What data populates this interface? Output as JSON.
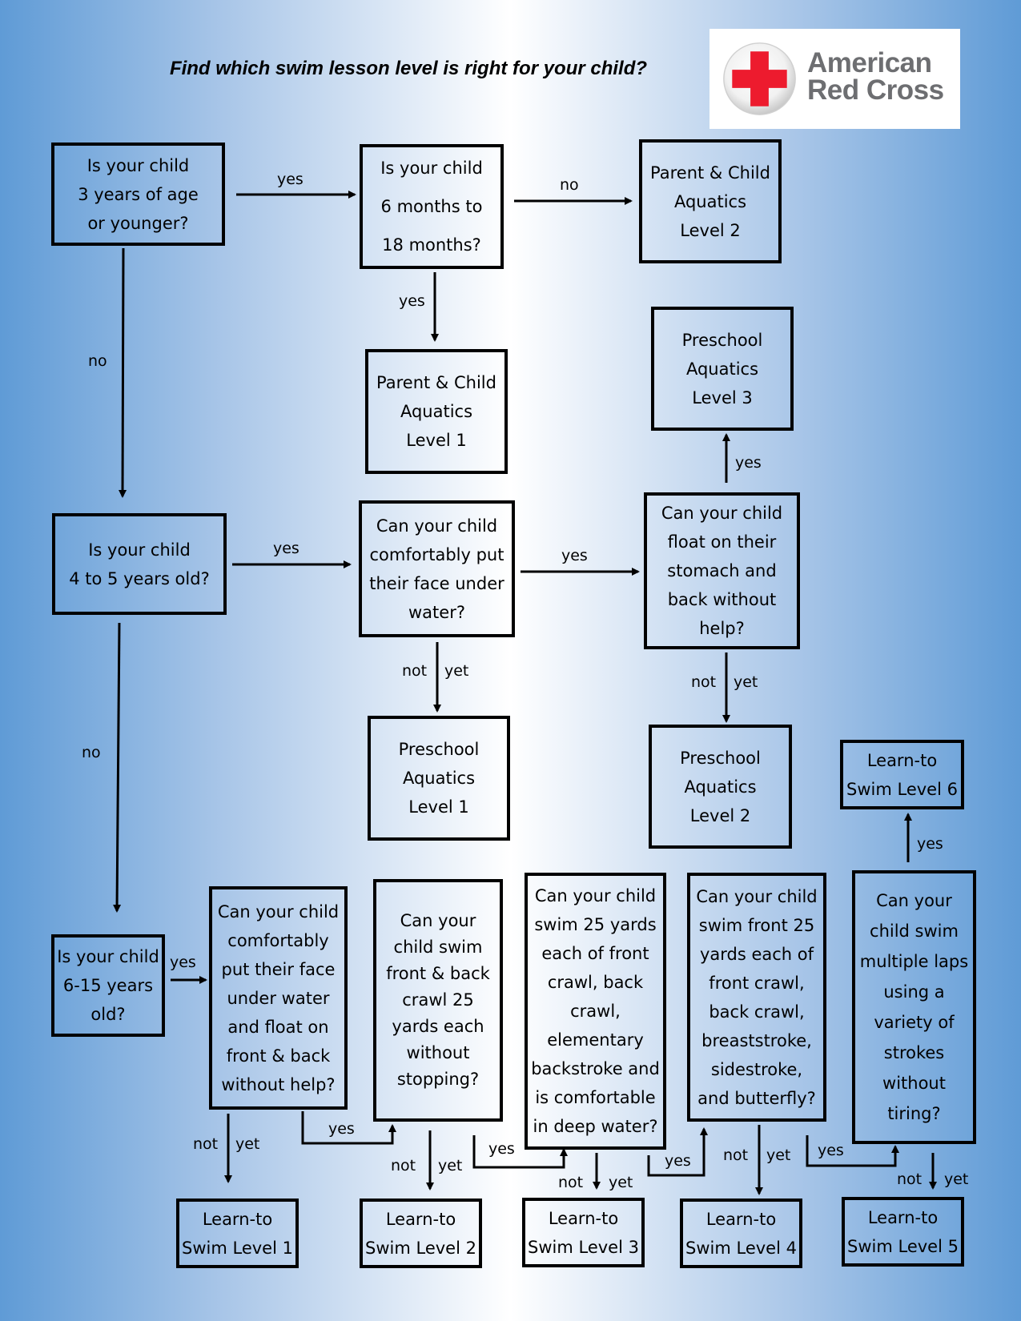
{
  "title": "Find which swim lesson level is right for your child?",
  "logo": {
    "line1": "American",
    "line2": "Red Cross",
    "cross_color": "#ed1b2e",
    "text_color": "#6d6e71"
  },
  "colors": {
    "background_edge": "#5f9bd6",
    "background_center": "#ffffff",
    "line": "#000000"
  },
  "nodes": {
    "q_age3": "Is your child\n3 years of age\nor younger?",
    "q_6to18": "Is your child\n6 months to\n18 months?",
    "pc_level2": "Parent & Child\nAquatics\nLevel 2",
    "pc_level1": "Parent & Child\nAquatics\nLevel 1",
    "pa_level3": "Preschool\nAquatics\nLevel 3",
    "q_age4to5": "Is your child\n4 to 5 years old?",
    "q_face_under": "Can your child\ncomfortably put\ntheir face under\nwater?",
    "q_float": "Can your child\nfloat on their\nstomach and\nback without\nhelp?",
    "pa_level1": "Preschool\nAquatics\nLevel 1",
    "pa_level2": "Preschool\nAquatics\nLevel 2",
    "lts6": "Learn-to\nSwim Level 6",
    "q_age6to15": "Is your child\n6-15 years\nold?",
    "q_face_float": "Can your child\ncomfortably\nput their face\nunder water\nand float on\nfront & back\nwithout help?",
    "q_crawl25": "Can your\nchild swim\nfront & back\ncrawl 25\nyards each\nwithout\nstopping?",
    "q_swim25each": "Can your child\nswim 25 yards\neach of front\ncrawl, back\ncrawl,\nelementary\nbackstroke and\nis comfortable\nin deep water?",
    "q_front25": "Can your child\nswim front 25\nyards each of\nfront crawl,\nback crawl,\nbreaststroke,\nsidestroke,\nand butterfly?",
    "q_laps": "Can your\nchild swim\nmultiple laps\nusing a\nvariety of\nstrokes\nwithout\ntiring?",
    "lts1": "Learn-to\nSwim Level 1",
    "lts2": "Learn-to\nSwim Level 2",
    "lts3": "Learn-to\nSwim Level 3",
    "lts4": "Learn-to\nSwim Level 4",
    "lts5": "Learn-to\nSwim Level 5"
  },
  "edge_labels": {
    "yes": "yes",
    "no": "no",
    "not": "not",
    "yet": "yet"
  }
}
